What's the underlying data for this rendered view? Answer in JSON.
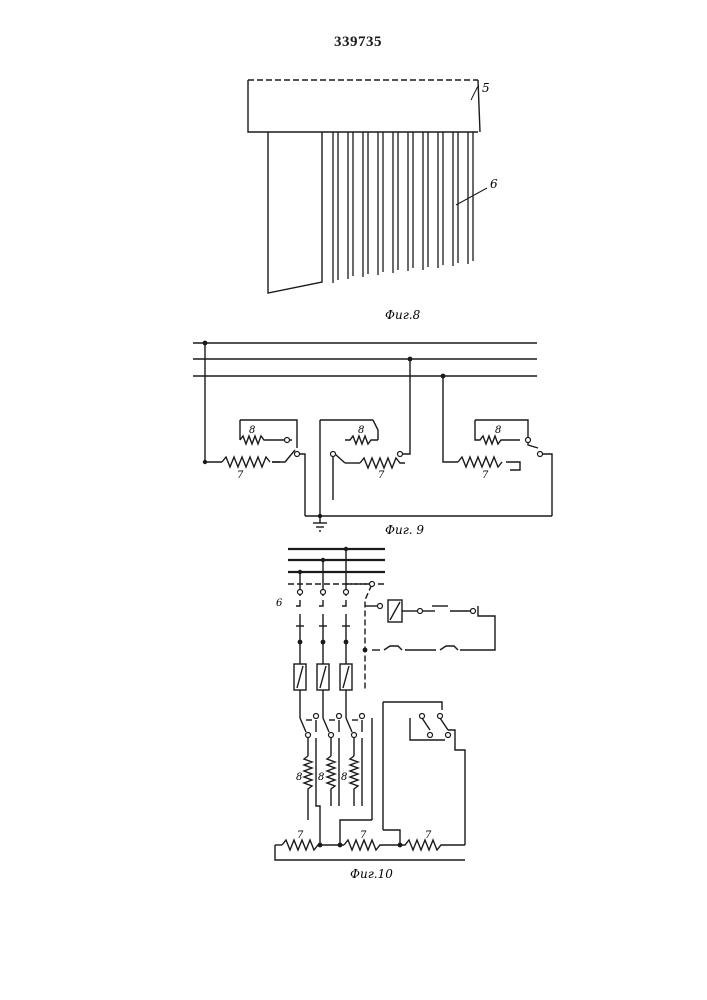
{
  "document": {
    "patent_number": "339735"
  },
  "figures": {
    "fig8": {
      "caption": "Фиг.8",
      "label_top": "5",
      "label_side": "6"
    },
    "fig9": {
      "caption": "Фиг. 9",
      "heater_labels": [
        "8",
        "8",
        "8"
      ],
      "resistor_labels": [
        "7",
        "7",
        "7"
      ]
    },
    "fig10": {
      "caption": "Фиг.10",
      "left_mark": "6",
      "heater_labels": [
        "8",
        "8",
        "8"
      ],
      "resistor_labels": [
        "7",
        "7",
        "7"
      ]
    }
  }
}
